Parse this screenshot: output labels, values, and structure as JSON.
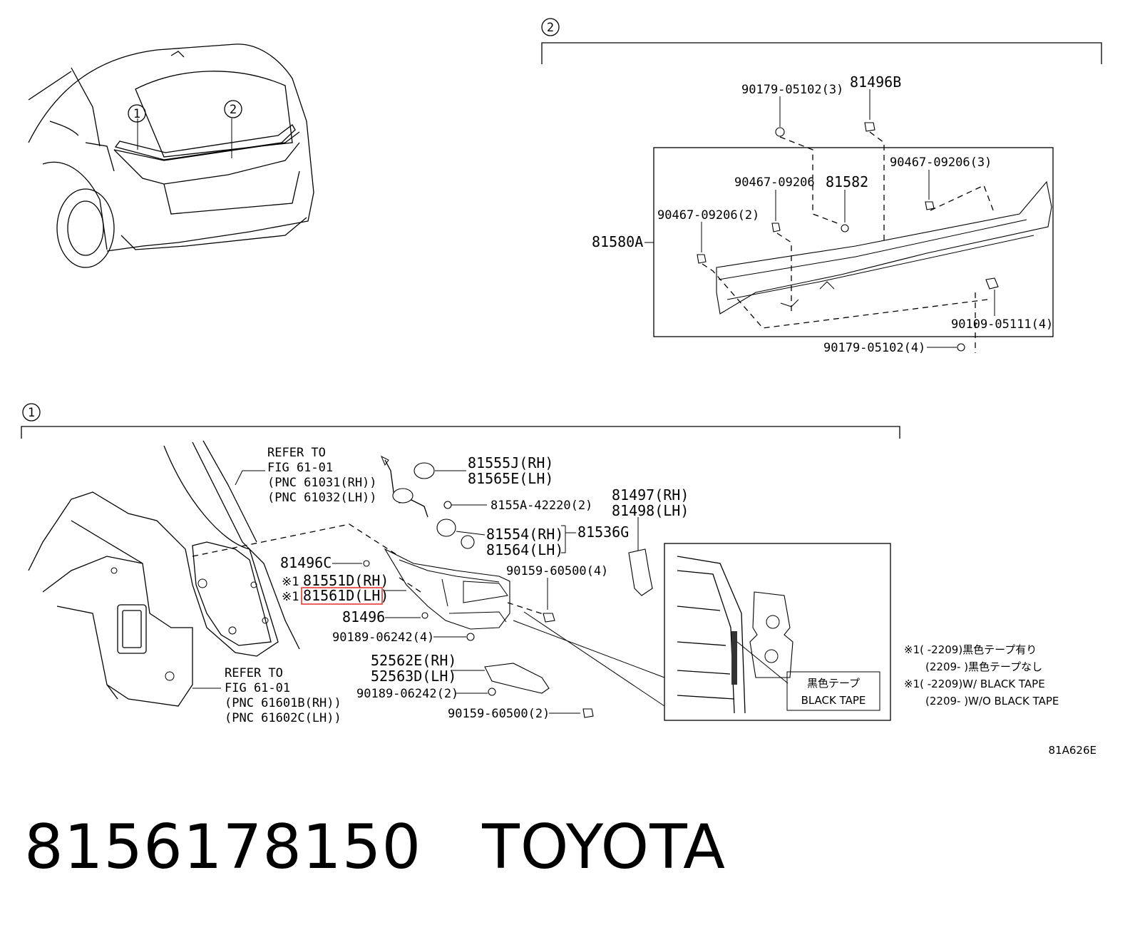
{
  "callouts": {
    "one": "1",
    "two": "2"
  },
  "section2": {
    "parts": {
      "p1": "90179-05102(3)",
      "p2": "81496B",
      "p3": "90467-09206(3)",
      "p4": "90467-09206",
      "p5": "81582",
      "p6": "90467-09206(2)",
      "p7": "81580A",
      "p8": "90109-05111(4)",
      "p9": "90179-05102(4)"
    }
  },
  "section1": {
    "refer_top": {
      "l1": "REFER TO",
      "l2": "FIG 61-01",
      "l3": "(PNC 61031(RH))",
      "l4": "(PNC 61032(LH))"
    },
    "refer_bottom": {
      "l1": "REFER TO",
      "l2": "FIG 61-01",
      "l3": "(PNC 61601B(RH))",
      "l4": "(PNC 61602C(LH))"
    },
    "parts": {
      "p1": "81555J(RH)",
      "p2": "81565E(LH)",
      "p3": "8155A-42220(2)",
      "p4": "81497(RH)",
      "p5": "81498(LH)",
      "p6": "81554(RH)",
      "p7": "81564(LH)",
      "p8": "81536G",
      "p9": "81496C",
      "p10": "※1",
      "p11": "81551D(RH)",
      "p12": "※1",
      "p13": "81561D(LH)",
      "p14": "90159-60500(4)",
      "p15": "81496",
      "p16": "90189-06242(4)",
      "p17": "52562E(RH)",
      "p18": "52563D(LH)",
      "p19": "90189-06242(2)",
      "p20": "90159-60500(2)"
    },
    "detail_label_jp": "黒色テープ",
    "detail_label_en": "BLACK TAPE"
  },
  "notes": {
    "n1": "※1(    -2209)黒色テープ有り",
    "n2": "(2209-    )黒色テープなし",
    "n3": "※1(    -2209)W/ BLACK TAPE",
    "n4": "(2209-    )W/O BLACK TAPE"
  },
  "figure_code": "81A626E",
  "bottom": {
    "part_number": "8156178150",
    "brand": "TOYOTA"
  }
}
